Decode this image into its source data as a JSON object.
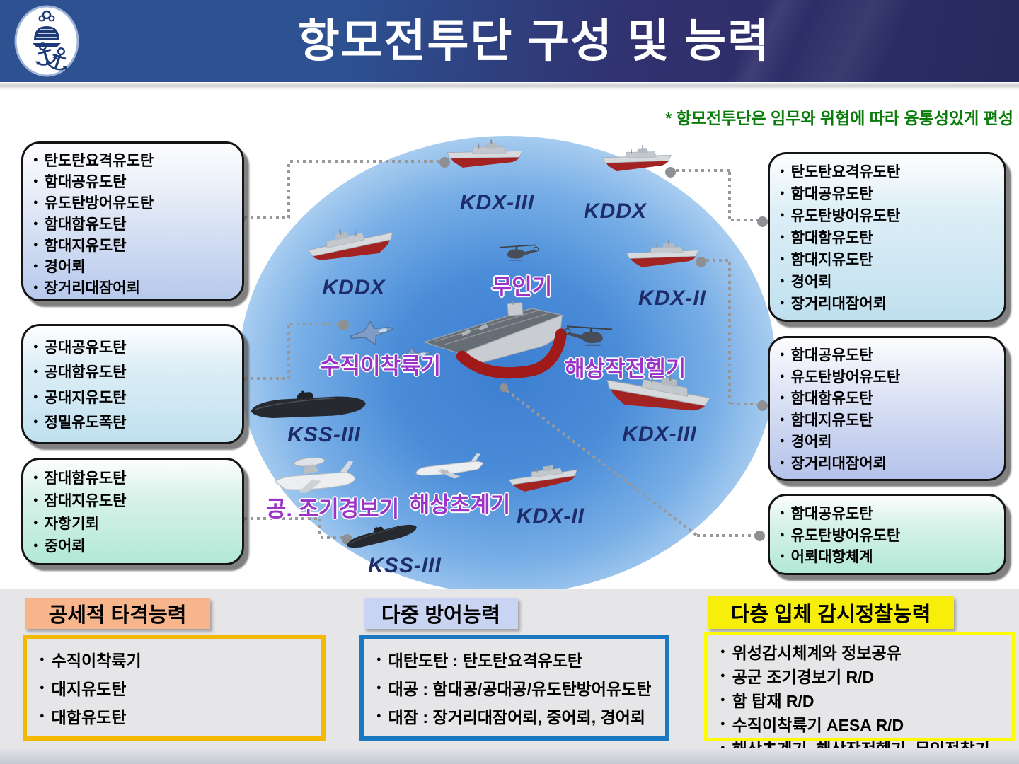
{
  "header": {
    "title": "항모전투단 구성 및 능력"
  },
  "note": "* 항모전투단은 임무와 위협에 따라 융통성있게 편성",
  "weapon_boxes": {
    "left1": [
      "탄도탄요격유도탄",
      "함대공유도탄",
      "유도탄방어유도탄",
      "함대함유도탄",
      "함대지유도탄",
      "경어뢰",
      "장거리대잠어뢰"
    ],
    "left2": [
      "공대공유도탄",
      "공대함유도탄",
      "공대지유도탄",
      "정밀유도폭탄"
    ],
    "left3": [
      "잠대함유도탄",
      "잠대지유도탄",
      "자항기뢰",
      "중어뢰"
    ],
    "right1": [
      "탄도탄요격유도탄",
      "함대공유도탄",
      "유도탄방어유도탄",
      "함대함유도탄",
      "함대지유도탄",
      "경어뢰",
      "장거리대잠어뢰"
    ],
    "right2": [
      "함대공유도탄",
      "유도탄방어유도탄",
      "함대함유도탄",
      "함대지유도탄",
      "경어뢰",
      "장거리대잠어뢰"
    ],
    "right3": [
      "함대공유도탄",
      "유도탄방어유도탄",
      "어뢰대항체계"
    ]
  },
  "units": {
    "kdx3_top": "KDX-III",
    "kddx_right": "KDDX",
    "kddx_left": "KDDX",
    "uav": "무인기",
    "kdx2_right": "KDX-II",
    "vtol": "수직이착륙기",
    "ops_heli": "해상작전헬기",
    "kss3_mid": "KSS-III",
    "kdx3_right": "KDX-III",
    "aew": "공. 조기경보기",
    "patrol": "해상초계기",
    "kdx2_bottom": "KDX-II",
    "kss3_bottom": "KSS-III"
  },
  "capabilities": [
    {
      "title": "공세적 타격능력",
      "items": [
        "수직이착륙기",
        "대지유도탄",
        "대함유도탄"
      ]
    },
    {
      "title": "다중 방어능력",
      "items": [
        "대탄도탄 : 탄도탄요격유도탄",
        "대공 : 함대공/공대공/유도탄방어유도탄",
        "대잠 : 장거리대잠어뢰, 중어뢰, 경어뢰"
      ]
    },
    {
      "title": "다층 입체 감시정찰능력",
      "items": [
        "위성감시체계와 정보공유",
        "공군 조기경보기 R/D",
        "함 탑재 R/D",
        "수직이착륙기 AESA R/D",
        "해상초계기, 해상작전헬기, 무인정찰기"
      ]
    }
  ],
  "colors": {
    "note_green": "#0a7c0a",
    "ship_label": "#1e2c6a",
    "air_label": "#9d32c8",
    "header_blue": "#2d5191",
    "header_indigo": "#272a5e",
    "chip_strike": "#f7b58c",
    "chip_defense": "#c9d4f2",
    "chip_surveil": "#f7ef0a",
    "border_gold": "#f3b800",
    "border_blue": "#1a77c2",
    "border_yellow": "#fdfd00"
  }
}
